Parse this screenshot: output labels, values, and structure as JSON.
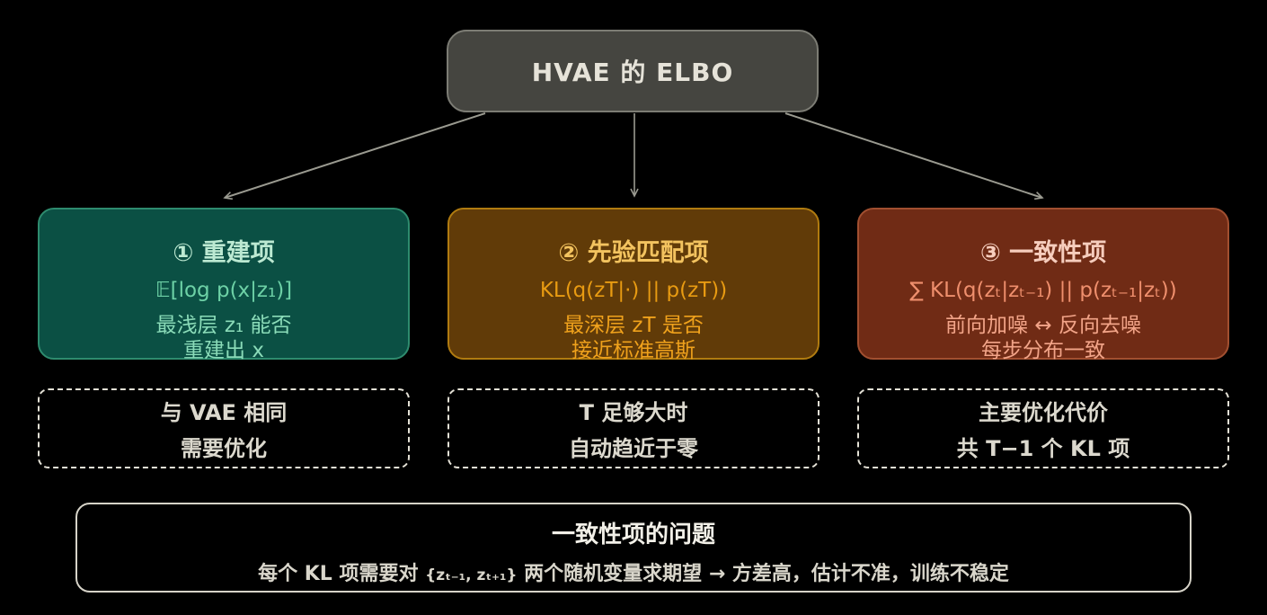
{
  "colors": {
    "background": "#000000",
    "arrow": "#9a9a90",
    "root_box_bg": "#454540",
    "root_box_border": "#7c7c74",
    "root_box_text": "#e6e3d9",
    "reconstruction_bg": "#0b5044",
    "reconstruction_border": "#2e8b6e",
    "prior_matching_bg": "#613b08",
    "prior_matching_border": "#b07b10",
    "consistency_bg": "#702b15",
    "consistency_border": "#a14f30",
    "dashed_note_border": "#e4e1d6",
    "dashed_note_text": "#dcd9ce",
    "problem_box_border": "#d6d3c8",
    "problem_title_text": "#f2f0e8"
  },
  "root": {
    "title": "HVAE 的 ELBO"
  },
  "terms": [
    {
      "title": "① 重建项",
      "formula": "𝔼[log p(x|z₁)]",
      "line1": "最浅层 z₁ 能否",
      "line2": "重建出 x"
    },
    {
      "title": "② 先验匹配项",
      "formula": "KL(q(zT|·) || p(zT))",
      "line1": "最深层 zT 是否",
      "line2": "接近标准高斯"
    },
    {
      "title": "③ 一致性项",
      "formula": "∑ KL(q(zₜ|zₜ₋₁) || p(zₜ₋₁|zₜ))",
      "line1": "前向加噪 ↔ 反向去噪",
      "line2": "每步分布一致"
    }
  ],
  "notes": [
    {
      "line1": "与 VAE 相同",
      "line2": "需要优化"
    },
    {
      "line1": "T 足够大时",
      "line2": "自动趋近于零"
    },
    {
      "line1": "主要优化代价",
      "line2": "共 T−1 个 KL 项"
    }
  ],
  "problem": {
    "title": "一致性项的问题",
    "seg1": "每个 KL 项需要对 ",
    "seg2": "{zₜ₋₁, zₜ₊₁}",
    "seg3": " 两个随机变量求期望 → 方差高，估计不准，训练不稳定"
  }
}
